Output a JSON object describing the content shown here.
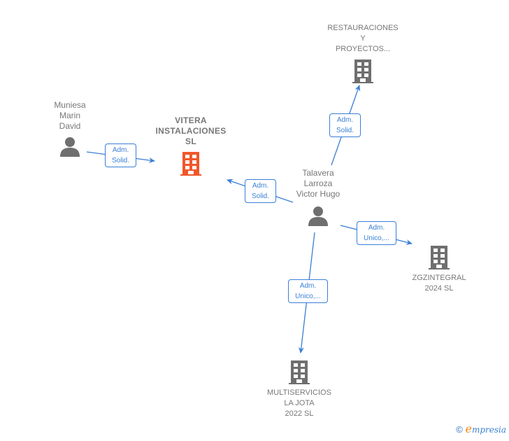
{
  "colors": {
    "accent": "#3a7fd5",
    "main_company": "#f0572a",
    "node_gray": "#6f6f6f",
    "text_gray": "#777777"
  },
  "nodes": {
    "restauraciones": {
      "label": "RESTAURACIONES\nY\nPROYECTOS...",
      "type": "company",
      "icon": "building-icon"
    },
    "muniesa": {
      "label": "Muniesa\nMarin\nDavid",
      "type": "person",
      "icon": "person-icon"
    },
    "vitera": {
      "label": "VITERA\nINSTALACIONES\nSL",
      "type": "main-company",
      "icon": "building-icon"
    },
    "talavera": {
      "label": "Talavera\nLarroza\nVictor Hugo",
      "type": "person",
      "icon": "person-icon"
    },
    "zgzintegral": {
      "label": "ZGZINTEGRAL\n2024  SL",
      "type": "company",
      "icon": "building-icon"
    },
    "multiservicios": {
      "label": "MULTISERVICIOS\nLA JOTA\n2022  SL",
      "type": "company",
      "icon": "building-icon"
    }
  },
  "edges": [
    {
      "from": "muniesa",
      "to": "vitera",
      "line1": "Adm.",
      "line2": "Solid."
    },
    {
      "from": "talavera",
      "to": "vitera",
      "line1": "Adm.",
      "line2": "Solid."
    },
    {
      "from": "talavera",
      "to": "restauraciones",
      "line1": "Adm.",
      "line2": "Solid."
    },
    {
      "from": "talavera",
      "to": "zgzintegral",
      "line1": "Adm.",
      "line2": "Unico,..."
    },
    {
      "from": "talavera",
      "to": "multiservicios",
      "line1": "Adm.",
      "line2": "Unico,..."
    }
  ],
  "footer": {
    "copyright": "©",
    "brand_first": "e",
    "brand_rest": "mpresia"
  }
}
